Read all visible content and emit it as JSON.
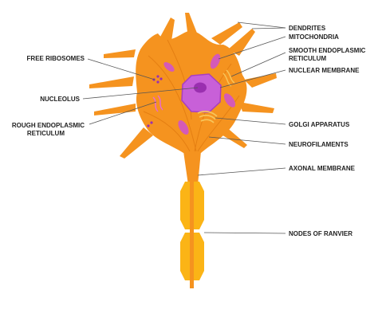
{
  "colors": {
    "cell_body": "#f5931f",
    "cell_dark": "#e07a10",
    "myelin": "#fbb416",
    "nucleus": "#c860d8",
    "nucleolus": "#9a2fb0",
    "organelle": "#d45ab8",
    "golgi": "#f7c55a"
  },
  "labels": {
    "dendrites": "DENDRITES",
    "mitochondria": "MITOCHONDRIA",
    "smooth_er_line1": "SMOOTH ENDOPLASMIC",
    "smooth_er_line2": "RETICULUM",
    "nuclear_membrane": "NUCLEAR MEMBRANE",
    "golgi_apparatus": "GOLGI APPARATUS",
    "neurofilaments": "NEUROFILAMENTS",
    "axonal_membrane": "AXONAL MEMBRANE",
    "nodes_of_ranvier": "NODES OF RANVIER",
    "free_ribosomes": "FREE RIBOSOMES",
    "nucleolus": "NUCLEOLUS",
    "rough_er_line1": "ROUGH ENDOPLASMIC",
    "rough_er_line2": "RETICULUM"
  }
}
